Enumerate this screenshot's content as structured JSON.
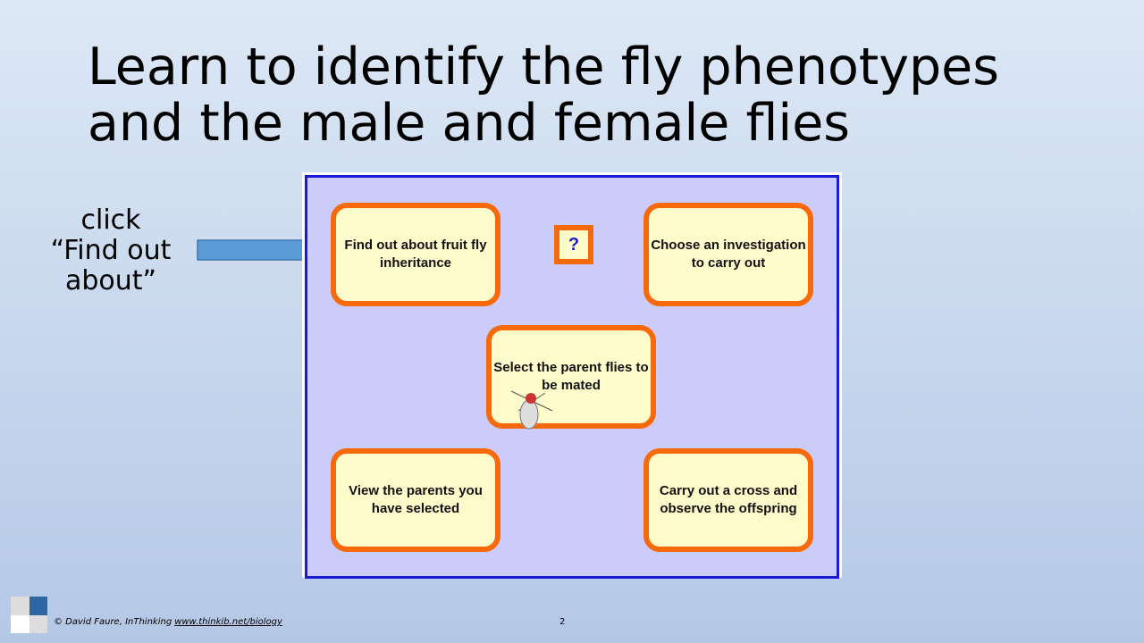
{
  "title": {
    "line1": "Learn to identify the fly phenotypes",
    "line2": "and the male and female flies"
  },
  "instruction": {
    "line1": "click",
    "line2": "“Find out",
    "line3": "about”"
  },
  "menu": {
    "find_out": "Find out about fruit fly inheritance",
    "help": "?",
    "choose": "Choose an investigation to carry out",
    "select": "Select the parent flies to be mated",
    "view": "View the parents you have selected",
    "cross": "Carry out a cross and observe the offspring"
  },
  "footer": {
    "copyright": "© David Faure, InThinking",
    "link": "www.thinkib.net/biology",
    "page": "2"
  },
  "colors": {
    "accent": "#f76a0c",
    "border": "#1a1ad6",
    "panel": "#ccccfb",
    "card": "#fffccc"
  }
}
